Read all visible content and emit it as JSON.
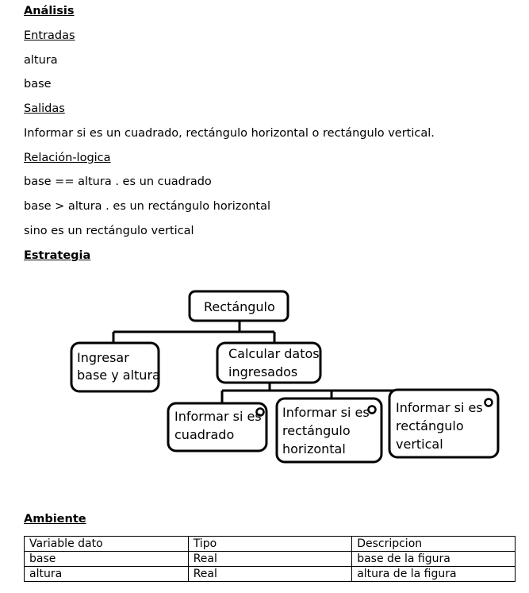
{
  "analisis": {
    "heading": "Análisis",
    "entradas_heading": "Entradas",
    "entradas": [
      "altura",
      "base"
    ],
    "salidas_heading": "Salidas",
    "salidas_text": "Informar si es un cuadrado, rectángulo horizontal o rectángulo vertical.",
    "relacion_heading": "Relación-logica",
    "relaciones": [
      "base == altura . es un cuadrado",
      "base > altura . es un rectángulo horizontal",
      "sino es un rectángulo vertical"
    ]
  },
  "estrategia": {
    "heading": "Estrategia",
    "diagram": {
      "root": "Rectángulo",
      "level1": [
        [
          "Ingresar",
          "base y altura"
        ],
        [
          "Calcular datos",
          "ingresados"
        ]
      ],
      "level2": [
        [
          "Informar si es",
          "cuadrado"
        ],
        [
          "Informar si es",
          "rectángulo",
          "horizontal"
        ],
        [
          "Informar si es",
          "rectángulo",
          "vertical"
        ]
      ]
    }
  },
  "ambiente": {
    "heading": "Ambiente",
    "columns": [
      "Variable dato",
      "Tipo",
      "Descripcion"
    ],
    "rows": [
      [
        "base",
        "Real",
        "base de la figura"
      ],
      [
        "altura",
        "Real",
        "altura de la figura"
      ]
    ]
  }
}
